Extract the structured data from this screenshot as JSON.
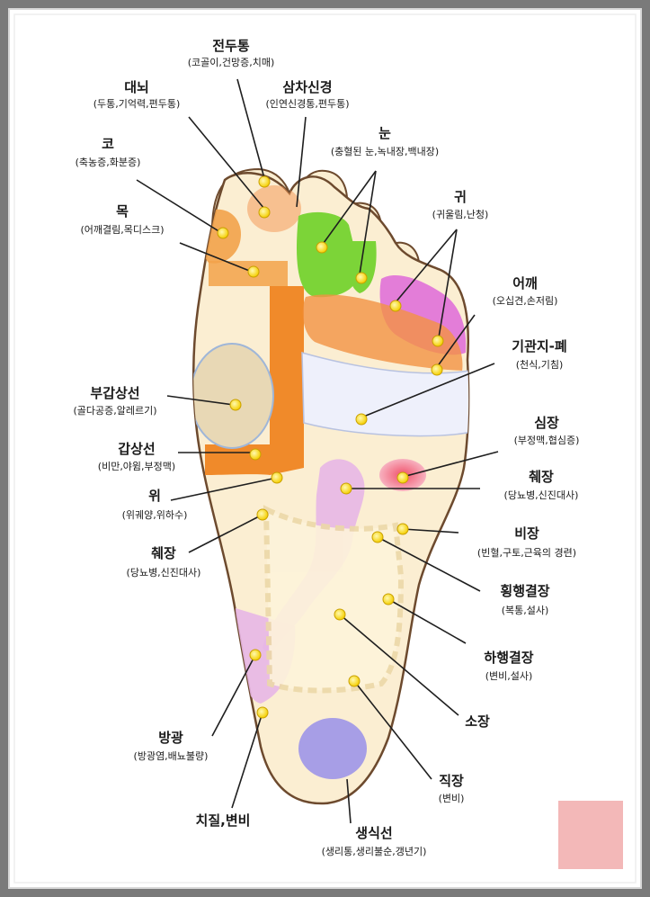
{
  "labels": {
    "head": {
      "title": "전두통",
      "sub": "(코골이,건망증,치매)"
    },
    "cerebrum": {
      "title": "대뇌",
      "sub": "(두통,기억력,편두통)"
    },
    "trigeminal": {
      "title": "삼차신경",
      "sub": "(인연신경통,편두통)"
    },
    "eye": {
      "title": "눈",
      "sub": "(충혈된 눈,녹내장,백내장)"
    },
    "nose": {
      "title": "코",
      "sub": "(축농증,화분증)"
    },
    "ear": {
      "title": "귀",
      "sub": "(귀울림,난청)"
    },
    "neck": {
      "title": "목",
      "sub": "(어깨결림,목디스크)"
    },
    "shoulder": {
      "title": "어깨",
      "sub": "(오십견,손저림)"
    },
    "bronchi": {
      "title": "기관지-폐",
      "sub": "(천식,기침)"
    },
    "parathyroid": {
      "title": "부갑상선",
      "sub": "(골다공증,알레르기)"
    },
    "heart": {
      "title": "심장",
      "sub": "(부정맥,협심증)"
    },
    "thyroid": {
      "title": "갑상선",
      "sub": "(비만,야윔,부정맥)"
    },
    "pancreas_r": {
      "title": "췌장",
      "sub": "(당뇨병,신진대사)"
    },
    "stomach": {
      "title": "위",
      "sub": "(위궤양,위하수)"
    },
    "spleen": {
      "title": "비장",
      "sub": "(빈혈,구토,근육의 경련)"
    },
    "pancreas_l": {
      "title": "췌장",
      "sub": "(당뇨병,신진대사)"
    },
    "transverse": {
      "title": "횡행결장",
      "sub": "(복통,설사)"
    },
    "descending": {
      "title": "하행결장",
      "sub": "(변비,설사)"
    },
    "small_int": {
      "title": "소장"
    },
    "bladder": {
      "title": "방광",
      "sub": "(방광염,배뇨불량)"
    },
    "rectum": {
      "title": "직장",
      "sub": "(변비)"
    },
    "hemorrhoid": {
      "title": "치질,변비"
    },
    "genital": {
      "title": "생식선",
      "sub": "(생리통,생리불순,갱년기)"
    }
  },
  "colors": {
    "skin": "#fbeed2",
    "orange": "#f08a2a",
    "green": "#7cd438",
    "magenta": "#e070d8",
    "lavender": "#e7b6e6",
    "purple": "#a79ee6",
    "point": "#ffe23a",
    "frame": "#ffffff"
  }
}
